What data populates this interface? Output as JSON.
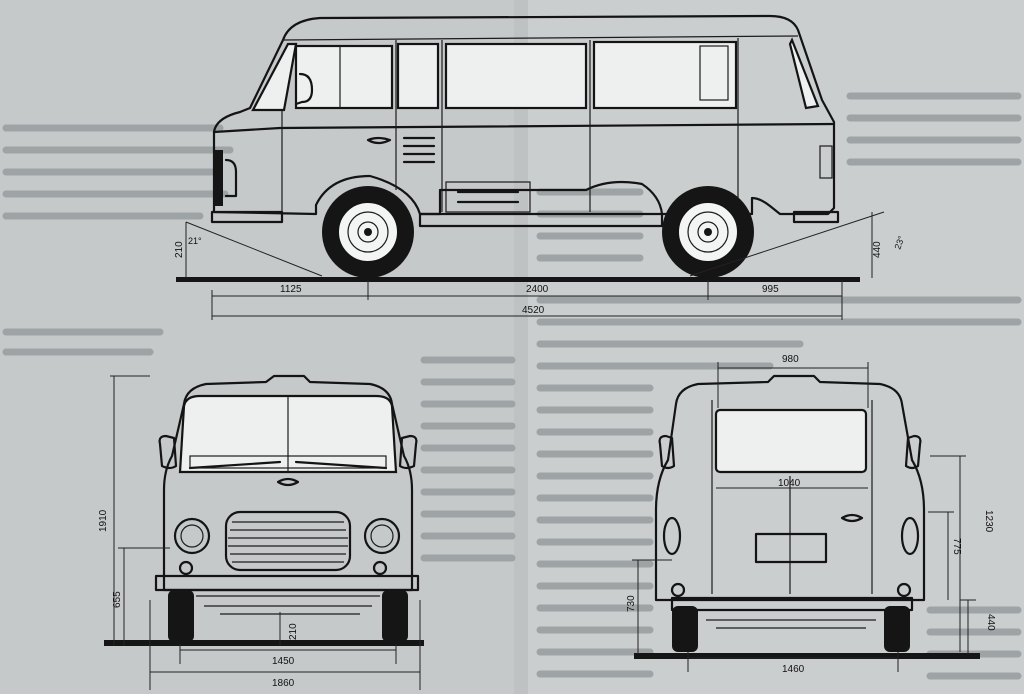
{
  "diagram": {
    "side_view": {
      "dim_1125": "1125",
      "dim_2400": "2400",
      "dim_995": "995",
      "dim_4520": "4520",
      "dim_210": "210",
      "dim_440": "440",
      "angle_23": "23°",
      "angle_21": "21°"
    },
    "front_view": {
      "dim_1910": "1910",
      "dim_655": "655",
      "dim_210": "210",
      "dim_1450": "1450",
      "dim_1860": "1860"
    },
    "rear_view": {
      "dim_980": "980",
      "dim_1040": "1040",
      "dim_1230": "1230",
      "dim_775": "775",
      "dim_730": "730",
      "dim_440": "440",
      "dim_1460": "1460"
    }
  }
}
